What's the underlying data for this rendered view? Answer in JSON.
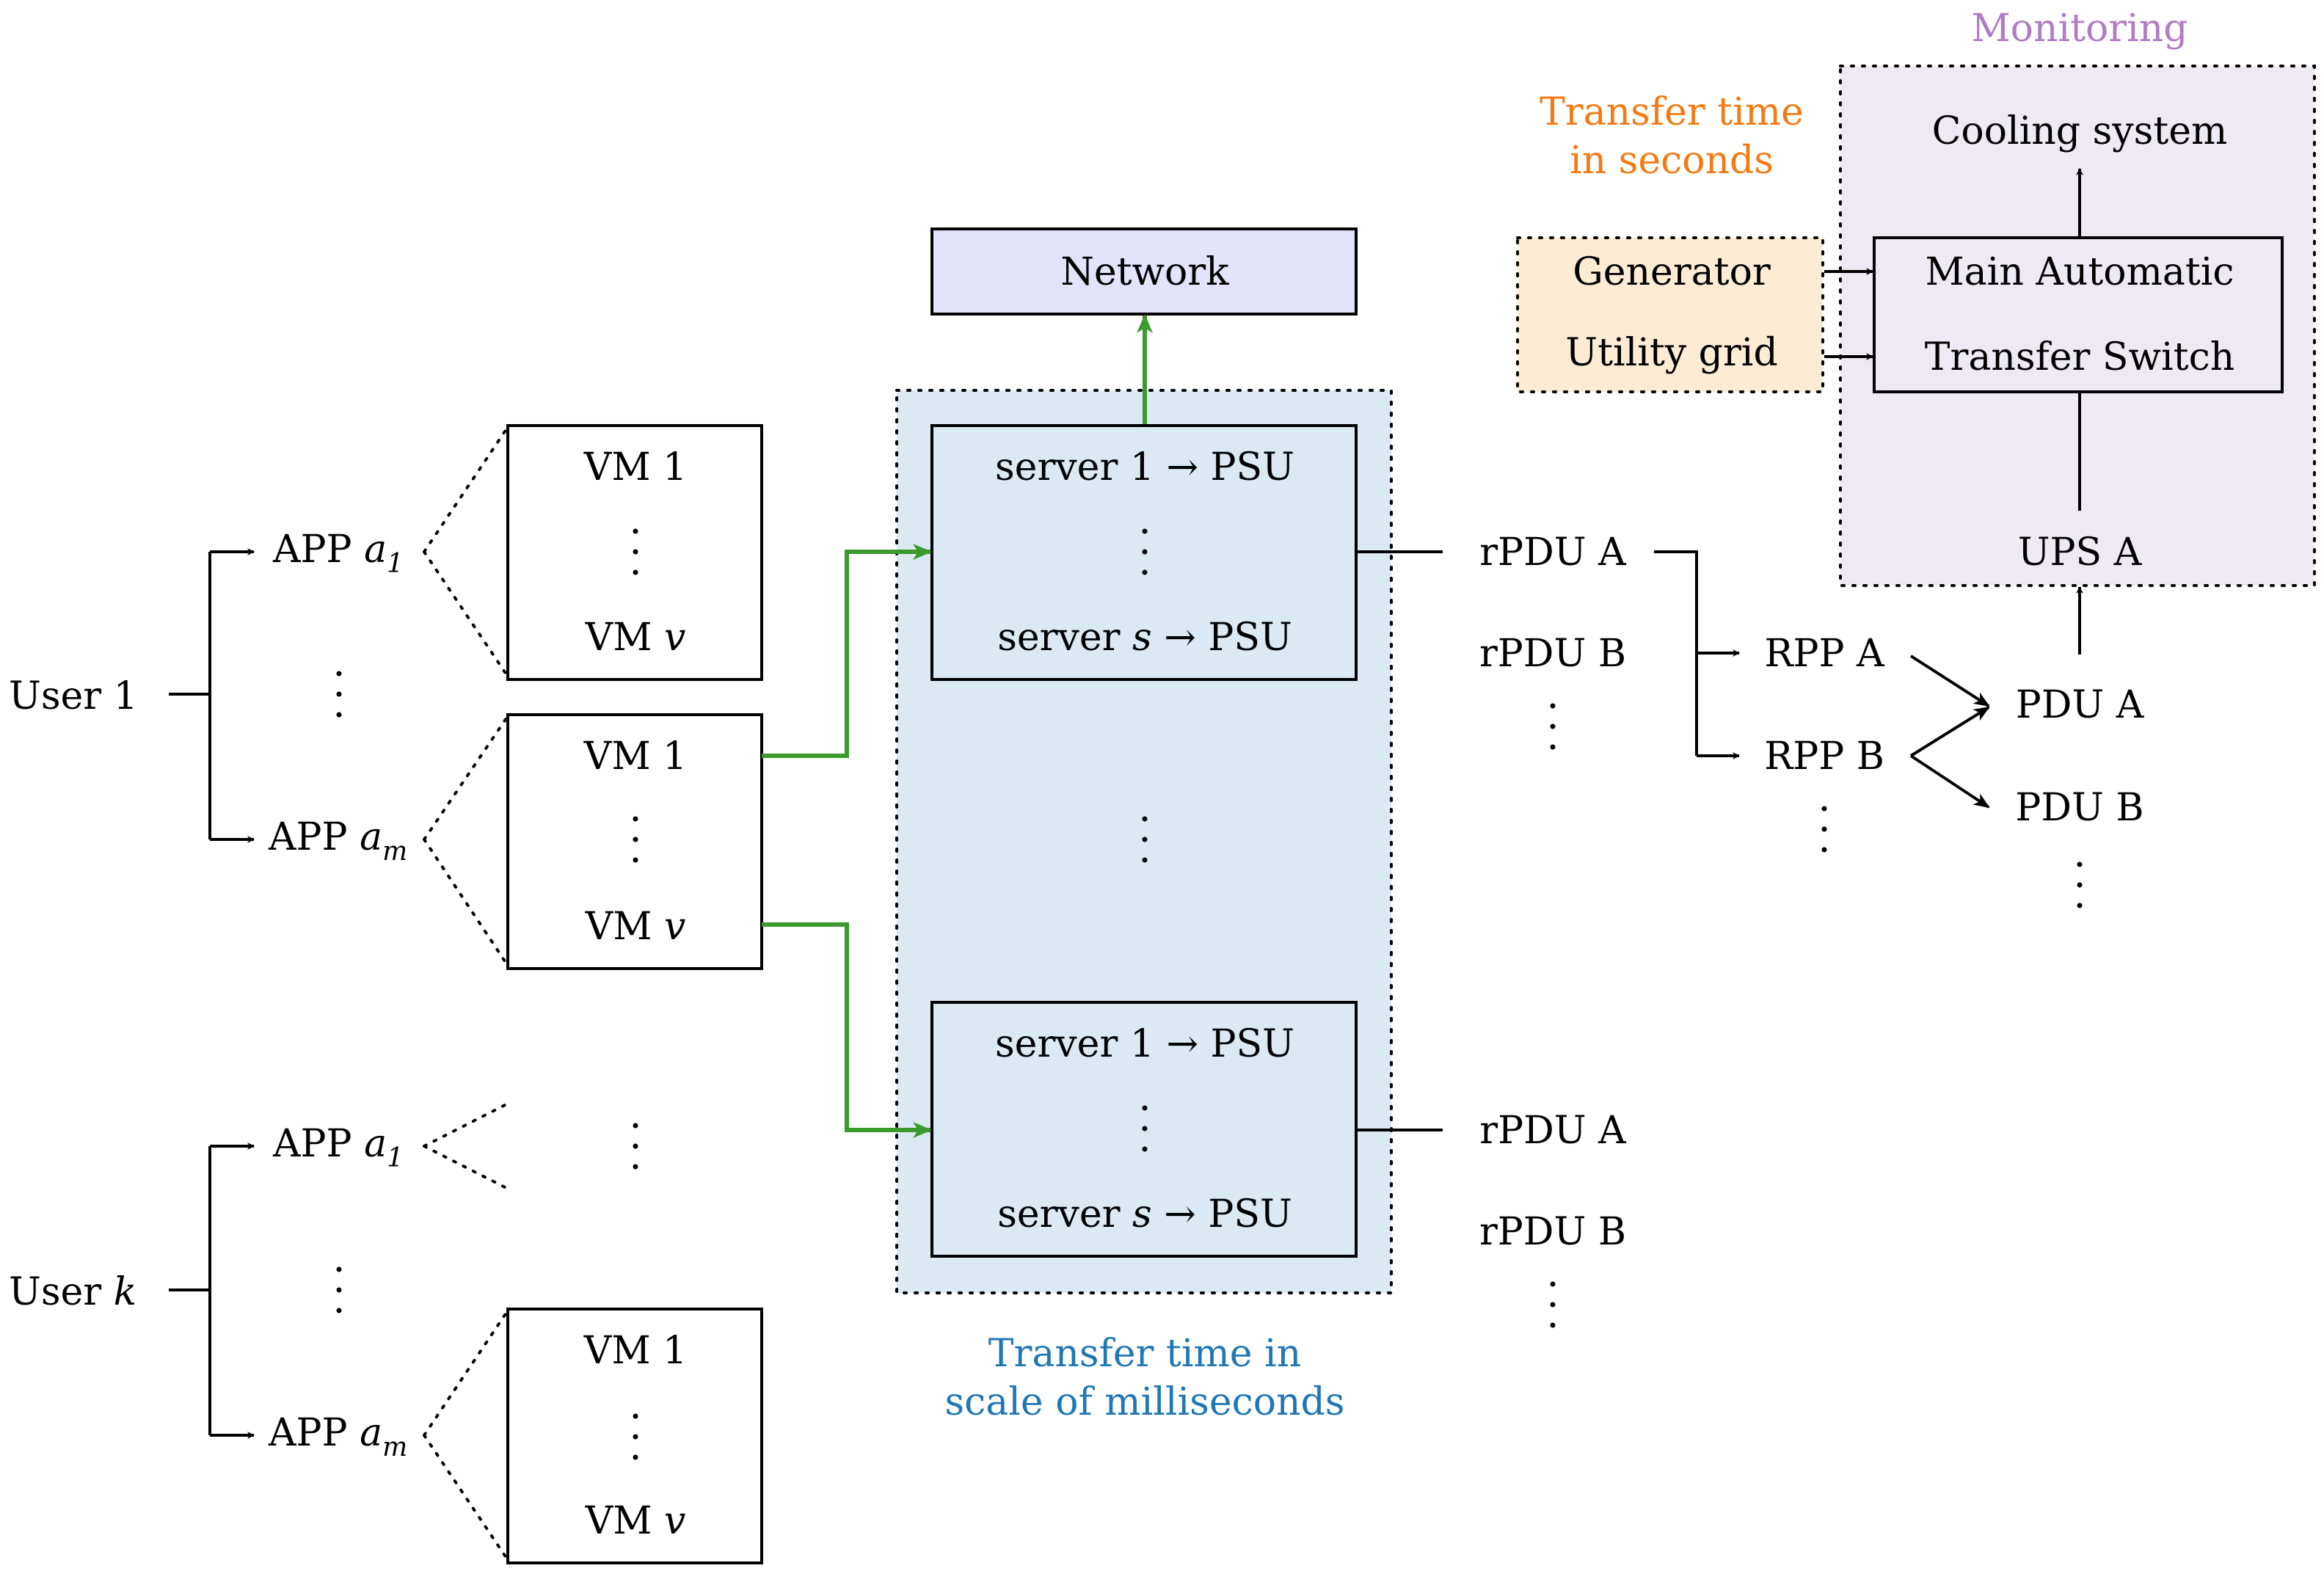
{
  "users": {
    "user1": "User 1",
    "user_k_prefix": "User ",
    "user_k_var": "k"
  },
  "apps": {
    "prefix": "APP ",
    "a": "a",
    "sub1": "1",
    "subm": "m"
  },
  "vm": {
    "first": "VM 1",
    "last_prefix": "VM ",
    "last_var": "v"
  },
  "servers": {
    "first": "server 1 → PSU",
    "last_prefix": "server ",
    "last_var": "s",
    "last_suffix": " → PSU"
  },
  "network": {
    "label": "Network"
  },
  "power": {
    "rpdu_a": "rPDU A",
    "rpdu_b": "rPDU B",
    "rpp_a": "RPP A",
    "rpp_b": "RPP B",
    "pdu_a": "PDU A",
    "pdu_b": "PDU B",
    "ups_a": "UPS A",
    "generator": "Generator",
    "utility_grid": "Utility grid",
    "ats_line1": "Main Automatic",
    "ats_line2": "Transfer Switch",
    "cooling": "Cooling system"
  },
  "annotations": {
    "monitoring": "Monitoring",
    "transfer_seconds_1": "Transfer time",
    "transfer_seconds_2": "in seconds",
    "transfer_ms_1": "Transfer time in",
    "transfer_ms_2": "scale of milliseconds"
  },
  "colors": {
    "network_fill": "#e3e3fc",
    "server_region_fill": "#dbe9f3",
    "generator_region_fill": "#fdebd4",
    "monitoring_region_fill": "#efe9f4",
    "arrow_green": "#3a9a2c",
    "orange_text": "#f47a13",
    "blue_text": "#1f77b4",
    "purple_text": "#b07cc6"
  }
}
